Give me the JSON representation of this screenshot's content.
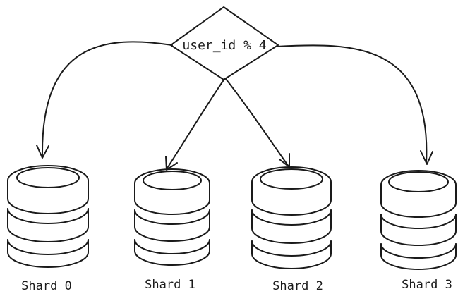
{
  "decision": {
    "label": "user_id % 4"
  },
  "shards": [
    {
      "label": "Shard 0"
    },
    {
      "label": "Shard 1"
    },
    {
      "label": "Shard 2"
    },
    {
      "label": "Shard 3"
    }
  ]
}
